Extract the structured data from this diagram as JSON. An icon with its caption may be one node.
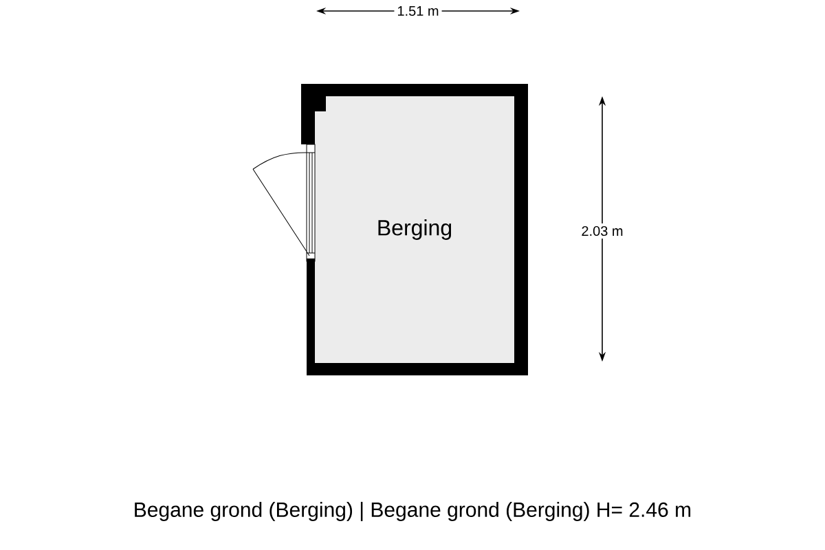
{
  "diagram": {
    "caption": "Begane grond (Berging) | Begane grond (Berging)  H= 2.46 m",
    "nodes": [
      {
        "text": [
          "Berging"
        ]
      }
    ],
    "labels": [
      "1.51 m",
      "2.03 m"
    ]
  }
}
